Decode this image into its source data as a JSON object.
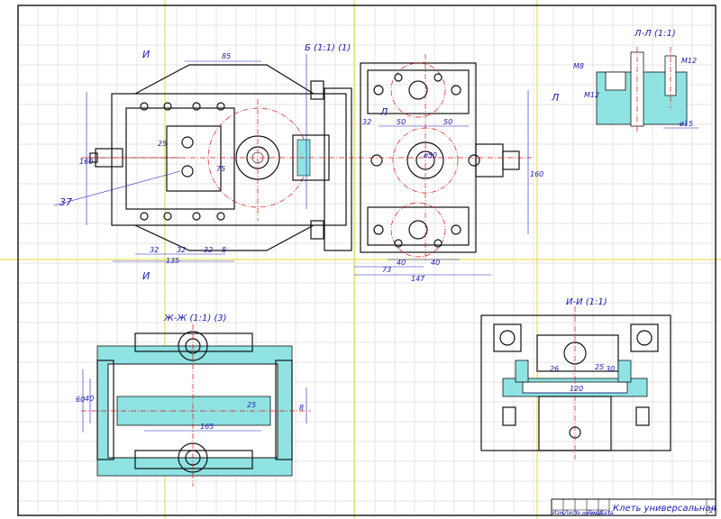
{
  "drawing": {
    "title": "Клеть универсальная",
    "sheet_no": "2",
    "title_block_headers": [
      "Изм.",
      "Лист",
      "№ докум.",
      "Подп.",
      "Дата"
    ],
    "views": {
      "b": "Б  (1:1)  (1)",
      "l": "Л-Л  (1:1)",
      "zh": "Ж-Ж  (1:1)  (3)",
      "i": "И-И  (1:1)"
    },
    "section_marks": {
      "i_top": "И",
      "i_bottom": "И",
      "l_mark": "Л",
      "l_right": "Л"
    },
    "callouts": {
      "part37": "37"
    },
    "dimensions_b": [
      "85",
      "25",
      "160",
      "75",
      "50",
      "50",
      "32",
      "32",
      "32",
      "32",
      "8",
      "135",
      "73",
      "40",
      "40",
      "147",
      "160",
      "ø50"
    ],
    "dimensions_l": [
      "M8",
      "M12",
      "M12",
      "ø15"
    ],
    "dimensions_zh": [
      "60",
      "40",
      "165",
      "25",
      "8"
    ],
    "dimensions_i": [
      "120",
      "26",
      "30",
      "25"
    ]
  }
}
